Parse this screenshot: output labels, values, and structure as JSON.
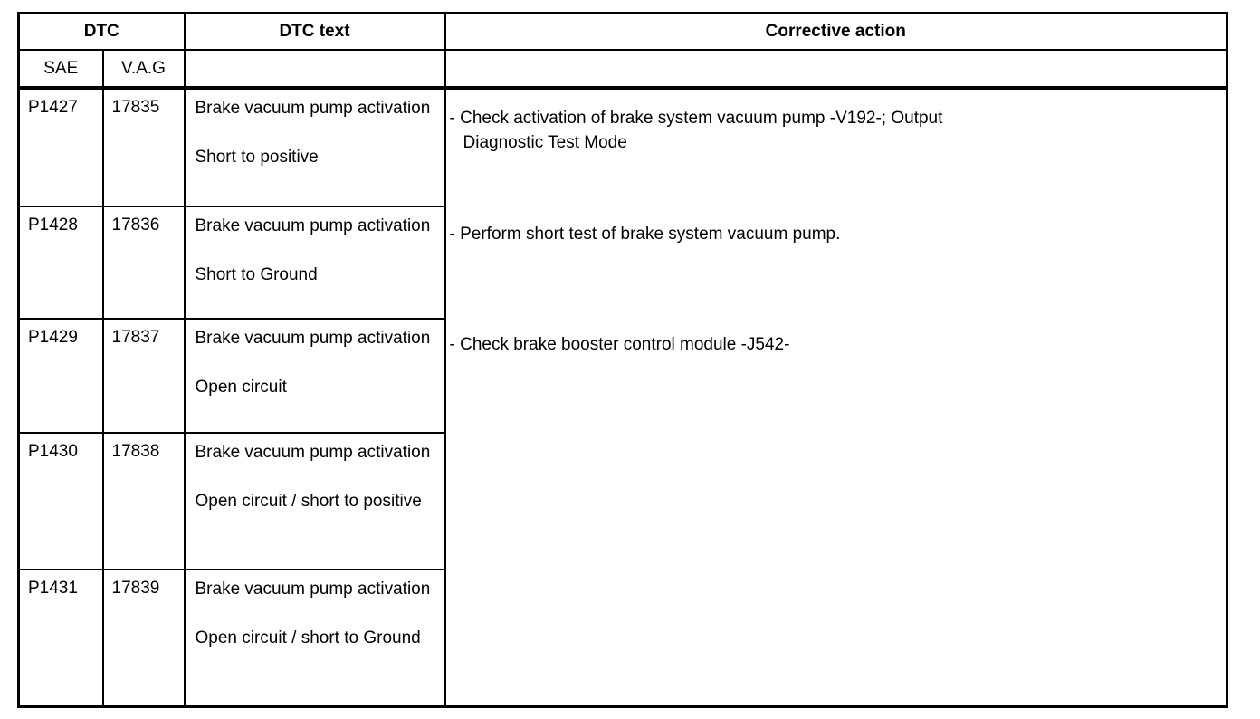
{
  "colors": {
    "background": "#ffffff",
    "border": "#000000",
    "text": "#000000"
  },
  "table": {
    "header": {
      "dtc": "DTC",
      "sae": "SAE",
      "vag": "V.A.G",
      "dtc_text": "DTC text",
      "corrective": "Corrective action"
    },
    "rows": [
      {
        "sae": "P1427",
        "vag": "17835",
        "desc": "Brake vacuum pump activation",
        "fault": "Short to positive"
      },
      {
        "sae": "P1428",
        "vag": "17836",
        "desc": "Brake vacuum pump activation",
        "fault": "Short to Ground"
      },
      {
        "sae": "P1429",
        "vag": "17837",
        "desc": "Brake vacuum pump activation",
        "fault": "Open circuit"
      },
      {
        "sae": "P1430",
        "vag": "17838",
        "desc": "Brake vacuum pump activation",
        "fault": "Open circuit / short to positive"
      },
      {
        "sae": "P1431",
        "vag": "17839",
        "desc": "Brake vacuum pump activation",
        "fault": "Open circuit / short to Ground"
      }
    ],
    "actions": [
      "- Check activation of brake system vacuum pump -V192-; Output\nDiagnostic Test Mode",
      "- Perform short test of brake system vacuum pump.",
      "- Check brake booster control module -J542-"
    ]
  }
}
